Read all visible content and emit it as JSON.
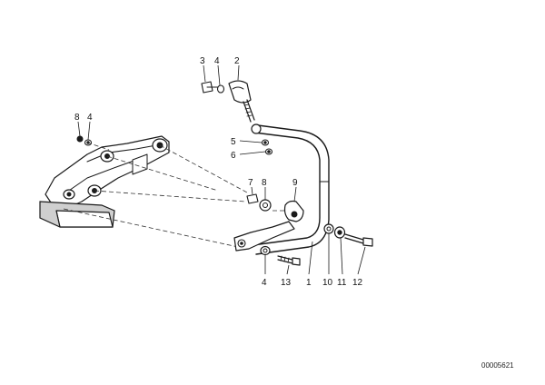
{
  "part_labels": [
    {
      "id": "label-3-top",
      "text": "3"
    },
    {
      "id": "label-4-top",
      "text": "4"
    },
    {
      "id": "label-2",
      "text": "2"
    },
    {
      "id": "label-8-left",
      "text": "8"
    },
    {
      "id": "label-4-left",
      "text": "4"
    },
    {
      "id": "label-5",
      "text": "5"
    },
    {
      "id": "label-6",
      "text": "6"
    },
    {
      "id": "label-7",
      "text": "7"
    },
    {
      "id": "label-8-mid",
      "text": "8"
    },
    {
      "id": "label-9",
      "text": "9"
    },
    {
      "id": "label-4-bottom",
      "text": "4"
    },
    {
      "id": "label-13",
      "text": "13"
    },
    {
      "id": "label-1",
      "text": "1"
    },
    {
      "id": "label-10",
      "text": "10"
    },
    {
      "id": "label-11",
      "text": "11"
    },
    {
      "id": "label-12",
      "text": "12"
    }
  ],
  "doc_number": "00005621",
  "colors": {
    "ink": "#1a1a1a",
    "background": "#ffffff",
    "shade": "#cfcfcf"
  }
}
